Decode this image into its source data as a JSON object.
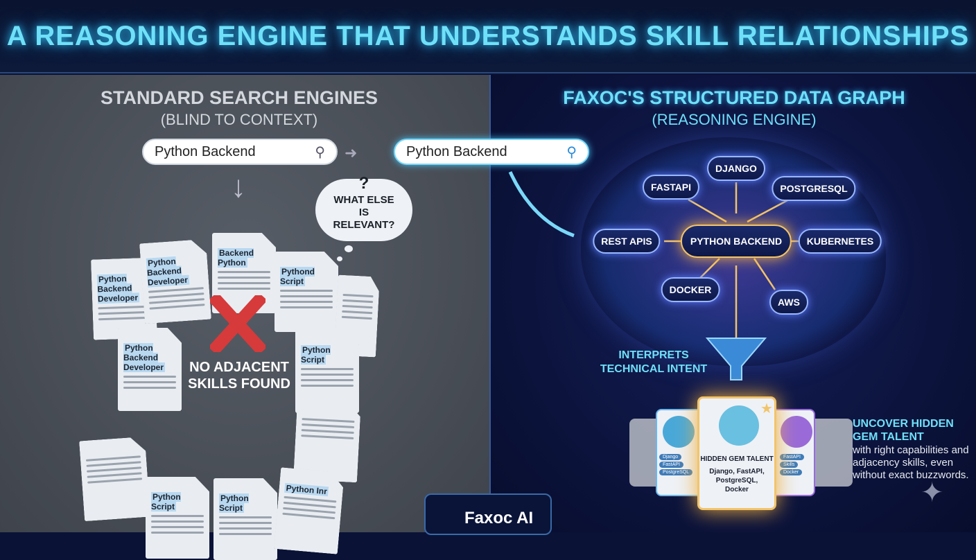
{
  "title": "A REASONING ENGINE THAT UNDERSTANDS SKILL RELATIONSHIPS",
  "left": {
    "heading": "STANDARD SEARCH ENGINES",
    "subheading": "(BLIND TO CONTEXT)",
    "search_value": "Python Backend",
    "thought": "WHAT ELSE IS RELEVANT?",
    "thought_mark": "?",
    "result": "NO ADJACENT SKILLS FOUND",
    "docs": [
      "Python Backend Developer",
      "Python Backend Developer",
      "Backend Python",
      "Pythond Script",
      "",
      "Python Backend Developer",
      "Python Script",
      "",
      "Python Script",
      "Python Script",
      "Python Inr",
      ""
    ]
  },
  "right": {
    "heading": "FAXOC'S STRUCTURED DATA GRAPH",
    "subheading": "(REASONING ENGINE)",
    "search_value": "Python Backend",
    "center_node": "PYTHON BACKEND",
    "nodes": [
      "DJANGO",
      "FASTAPI",
      "POSTGRESQL",
      "REST APIS",
      "KUBERNETES",
      "DOCKER",
      "AWS"
    ],
    "funnel_label": "INTERPRETS TECHNICAL INTENT",
    "card": {
      "title": "HIDDEN GEM TALENT",
      "skills": "Django, FastAPI, PostgreSQL, Docker"
    },
    "side_pills": {
      "left": [
        "Django",
        "FastAPI",
        "PostgreSQL"
      ],
      "right": [
        "FastAPI",
        "Skills",
        "Docker"
      ]
    },
    "callout_title": "UNCOVER HIDDEN GEM TALENT",
    "callout_body": "with right capabilities and adjacency skills, even without exact buzzwords."
  },
  "footer": "Faxoc AI",
  "colors": {
    "accent": "#6fe0f8",
    "left_bg": "#4a5058",
    "right_bg": "#0a1236"
  }
}
